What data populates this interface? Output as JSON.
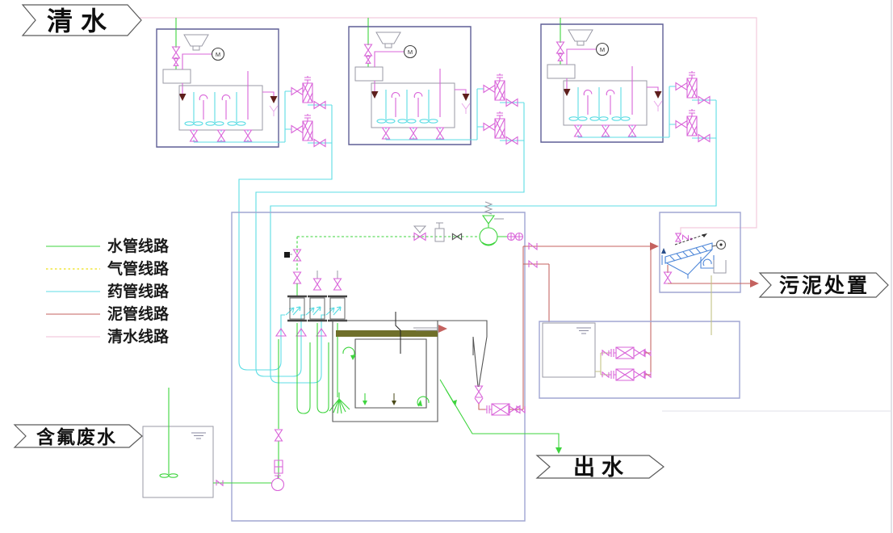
{
  "banners": {
    "clean_water": "清水",
    "fluoride_wastewater": "含氟废水",
    "effluent": "出水",
    "sludge_disposal": "污泥处置"
  },
  "legend": {
    "items": [
      {
        "label": "水管线路",
        "color": "#3ed43e",
        "style": "solid"
      },
      {
        "label": "气管线路",
        "color": "#f0e63c",
        "style": "dashed"
      },
      {
        "label": "药管线路",
        "color": "#5cdde4",
        "style": "solid"
      },
      {
        "label": "泥管线路",
        "color": "#c4625f",
        "style": "solid"
      },
      {
        "label": "清水线路",
        "color": "#f2cadd",
        "style": "solid"
      }
    ]
  },
  "motor_label": "M",
  "colors": {
    "water_line": "#3ed43e",
    "gas_line": "#f0e63c",
    "chemical_line": "#5cdde4",
    "sludge_line": "#c4625f",
    "clean_water_line": "#f2cadd",
    "equipment_magenta": "#d964d9",
    "unit_box_border": "#5f5f96",
    "area_box_border": "#a0a6d2",
    "press_blue": "#4d86d8",
    "dark_red": "#5e1f1c",
    "olive": "#6f6f2a",
    "filtrate_olive": "#c2c284"
  }
}
